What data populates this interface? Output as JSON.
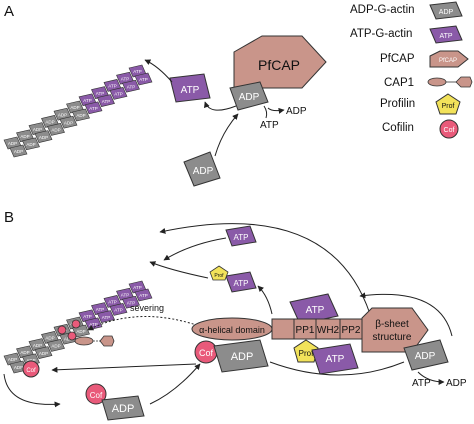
{
  "panels": {
    "a": "A",
    "b": "B"
  },
  "legend": [
    {
      "key": "adp_g_actin",
      "label": "ADP-G-actin",
      "glyph": "ADP",
      "color": "#8c8c8c"
    },
    {
      "key": "atp_g_actin",
      "label": "ATP-G-actin",
      "glyph": "ATP",
      "color": "#8a5aa8"
    },
    {
      "key": "pfcap",
      "label": "PfCAP",
      "glyph": "PfCAP",
      "color": "#c9958a"
    },
    {
      "key": "cap1",
      "label": "CAP1",
      "glyph": "",
      "color": "#c9958a"
    },
    {
      "key": "profilin",
      "label": "Profilin",
      "glyph": "Prof",
      "color": "#f2e25a"
    },
    {
      "key": "cofilin",
      "label": "Cofilin",
      "glyph": "Cof",
      "color": "#e95a7a"
    }
  ],
  "panel_a": {
    "filament_glyphs": [
      "ATP",
      "ADP"
    ],
    "pfcap_label": "PfCAP",
    "atp_monomer": "ATP",
    "adp_bound": "ADP",
    "adp_free": "ADP",
    "exchange_out": "ADP",
    "exchange_in": "ATP"
  },
  "panel_b": {
    "severing_label": "severing",
    "cap1_glyph": "CAP1",
    "alpha_domain": "α-helical domain",
    "pp1": "PP1",
    "wh2": "WH2",
    "pp2": "PP2",
    "beta_sheet": [
      "β-sheet",
      "structure"
    ],
    "cof": "Cof",
    "prof": "Prof",
    "atp": "ATP",
    "adp": "ADP",
    "exchange_out": "ADP",
    "exchange_in": "ATP"
  }
}
